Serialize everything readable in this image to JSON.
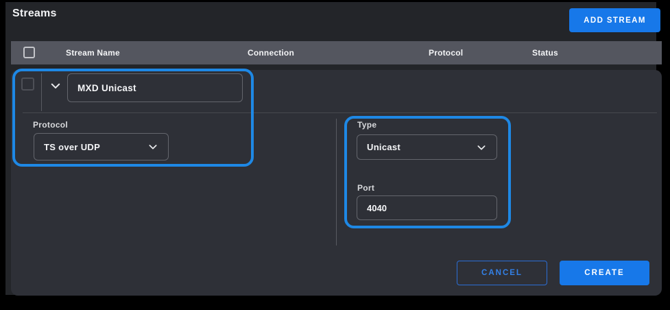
{
  "page": {
    "title": "Streams"
  },
  "toolbar": {
    "add_stream_label": "ADD STREAM"
  },
  "table": {
    "columns": [
      "Stream Name",
      "Connection",
      "Protocol",
      "Status"
    ]
  },
  "expanded_row": {
    "stream_name_value": "MXD Unicast",
    "protocol": {
      "label": "Protocol",
      "value": "TS over UDP"
    },
    "type": {
      "label": "Type",
      "value": "Unicast"
    },
    "port": {
      "label": "Port",
      "value": "4040"
    }
  },
  "footer": {
    "cancel_label": "CANCEL",
    "create_label": "CREATE"
  },
  "icons": {
    "row_expander": "chevron-down-icon",
    "protocol_dropdown": "chevron-down-icon",
    "type_dropdown": "chevron-down-icon"
  },
  "colors": {
    "accent_blue": "#1778e9",
    "highlight_annotation_blue": "#1e88e5",
    "cancel_text_blue": "#3381e8",
    "panel_bg": "#232529",
    "card_bg": "#2e3037",
    "table_header_bg": "#54565f"
  }
}
